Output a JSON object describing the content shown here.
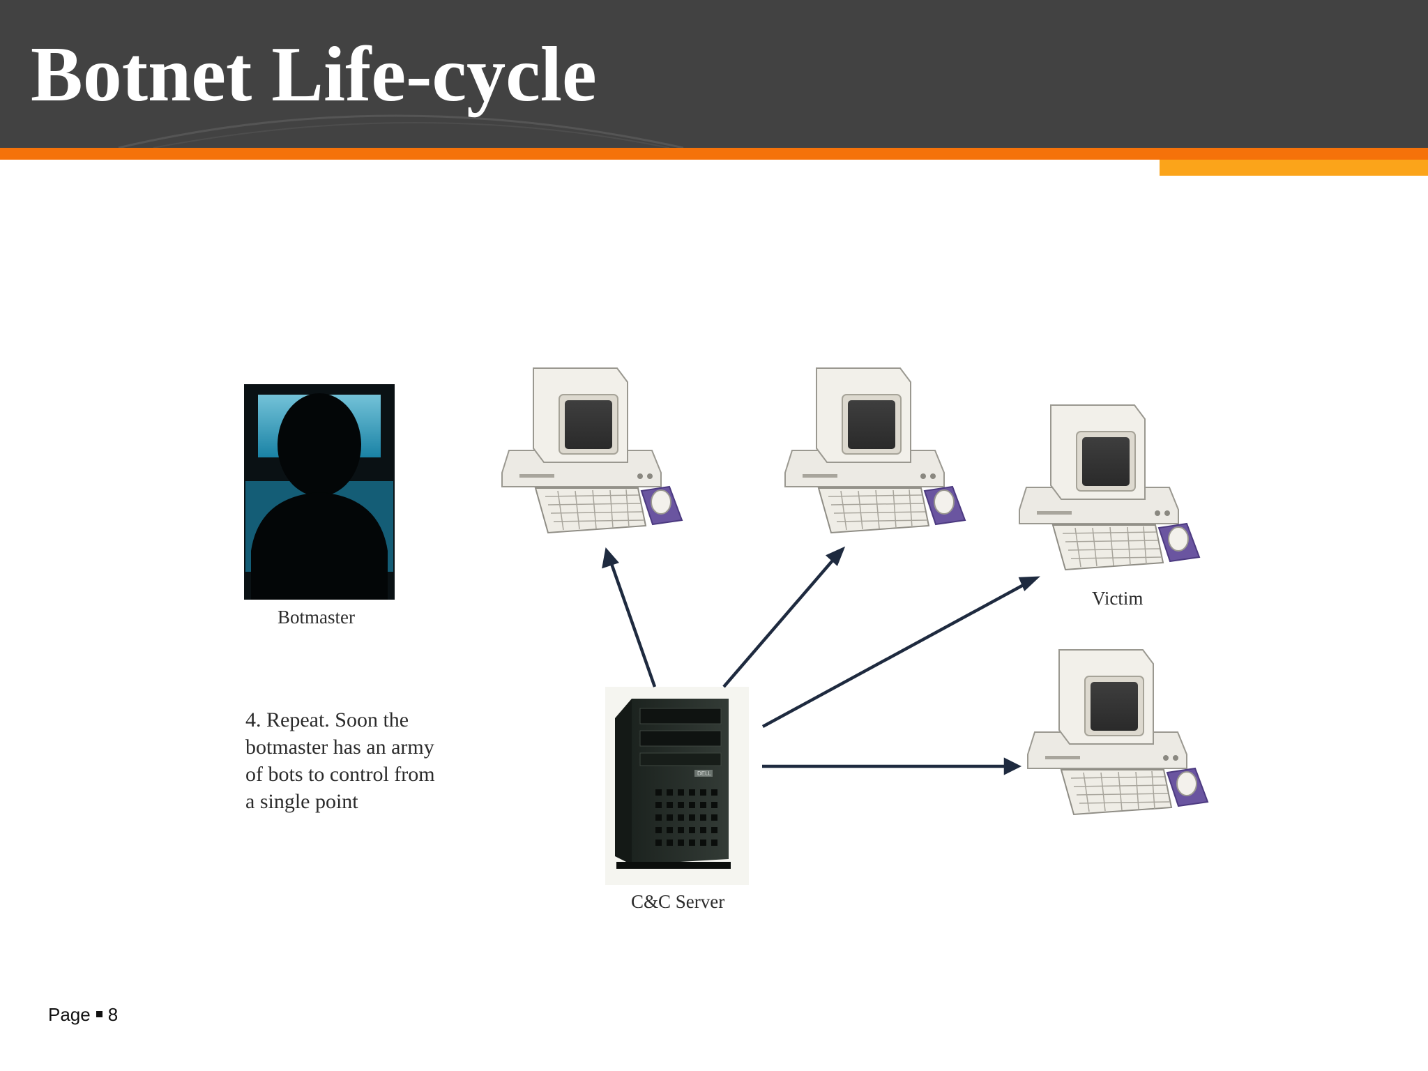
{
  "slide": {
    "title": "Botnet Life-cycle"
  },
  "diagram": {
    "botmaster_label": "Botmaster",
    "victim_label": "Victim",
    "server_label": "C&C Server",
    "server_brand": "DELL",
    "step_text": [
      "4. Repeat. Soon the",
      "botmaster has an army",
      "of bots to control from",
      "a single point"
    ]
  },
  "footer": {
    "page_word": "Page",
    "page_number": "8"
  },
  "colors": {
    "header_bg": "#424242",
    "accent_orange": "#f5720a",
    "accent_amber": "#fba41a",
    "arrow": "#1e2a3f"
  }
}
